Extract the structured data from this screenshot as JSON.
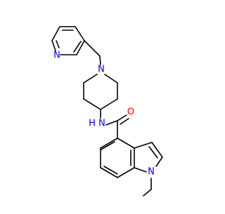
{
  "molecule": {
    "atom_labels": {
      "pyridine_n": "N",
      "piperidine_n": "N",
      "amide_n": "N",
      "amide_h": "H",
      "carbonyl_o": "O",
      "indole_n": "N"
    },
    "colors": {
      "bond": "#000000",
      "nitrogen": "#0000ff",
      "oxygen": "#ff0000",
      "carbon_text": "#000000"
    }
  }
}
